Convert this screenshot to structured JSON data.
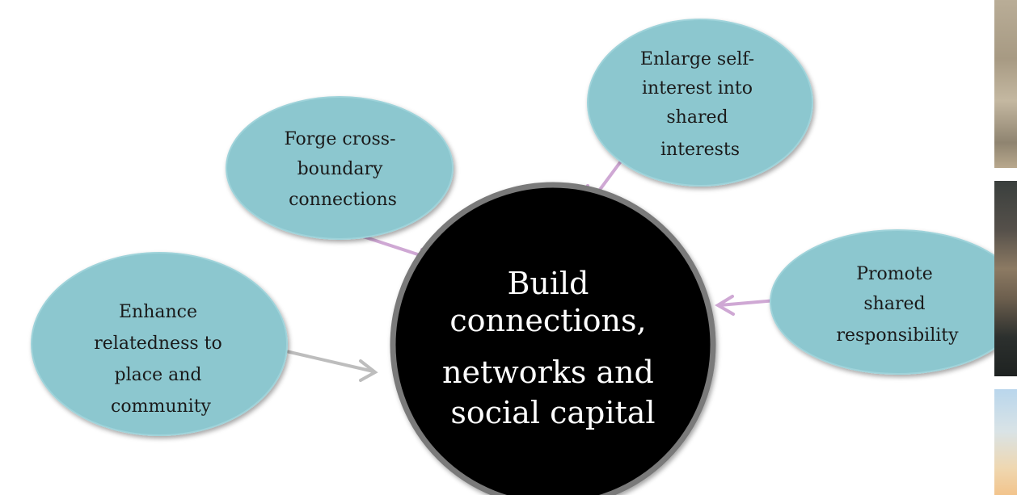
{
  "center": {
    "lines": [
      "Build",
      "connections,",
      "networks and",
      "social capital"
    ]
  },
  "nodes": [
    {
      "id": "enlarge-self-interest",
      "lines": [
        "Enlarge self-",
        "interest into",
        "shared",
        "interests"
      ]
    },
    {
      "id": "forge-cross-boundary",
      "lines": [
        "Forge cross-",
        "boundary",
        "connections"
      ]
    },
    {
      "id": "promote-shared-responsibility",
      "lines": [
        "Promote",
        "shared",
        "responsibility"
      ]
    },
    {
      "id": "enhance-relatedness",
      "lines": [
        "Enhance",
        "relatedness to",
        "place and",
        "community"
      ]
    }
  ],
  "colors": {
    "node_fill": "#8cc7cf",
    "node_stroke": "#9fd3da",
    "center_fill": "#000000",
    "center_stroke": "#7a7a7a",
    "arrow_purple": "#cfa8d4",
    "arrow_gray": "#bdbdbd"
  },
  "photos": [
    {
      "icon": "landscape-photo-icon"
    },
    {
      "icon": "tree-photo-icon"
    },
    {
      "icon": "sky-photo-icon"
    }
  ]
}
